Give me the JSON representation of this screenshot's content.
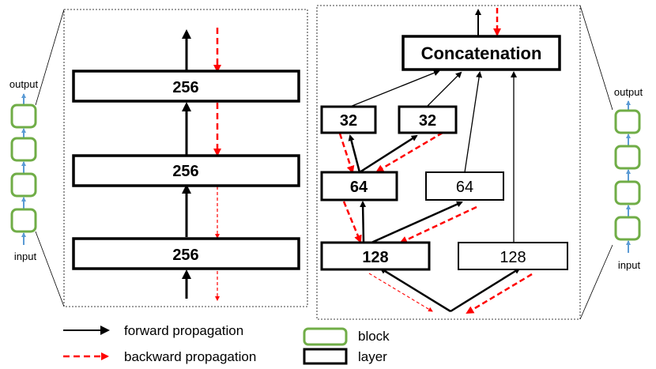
{
  "colors": {
    "forward": "#000000",
    "backward": "#ff0000",
    "block": "#70ad47",
    "layer": "#000000",
    "small_arrow": "#5b9bd5"
  },
  "left_stack": {
    "output_label": "output",
    "input_label": "input"
  },
  "right_stack": {
    "output_label": "output",
    "input_label": "input"
  },
  "block_view": {
    "layers": [
      "256",
      "256",
      "256"
    ]
  },
  "layer_view": {
    "concat_label": "Concatenation",
    "nodes": {
      "n32a": "32",
      "n32b": "32",
      "n64a": "64",
      "n64b": "64",
      "n128a": "128",
      "n128b": "128"
    }
  },
  "legend": {
    "forward": "forward propagation",
    "backward": "backward propagation",
    "block": "block",
    "layer": "layer"
  }
}
